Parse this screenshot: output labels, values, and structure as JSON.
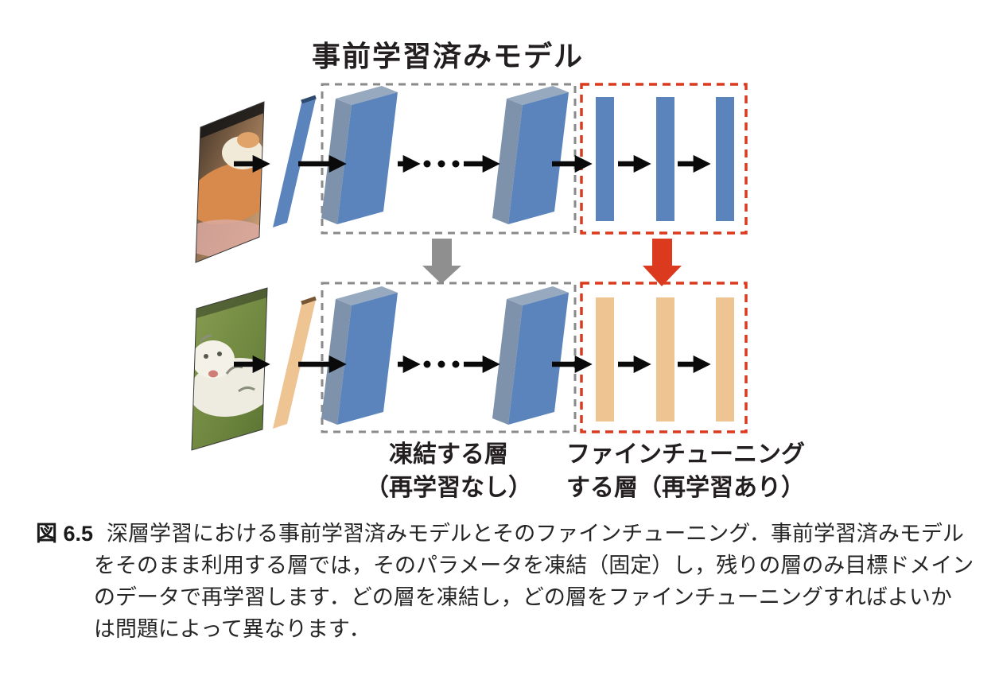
{
  "diagram": {
    "title": "事前学習済みモデル",
    "inputs": {
      "pretraining_image": "cat-photo",
      "target_image": "white-tiger-photo"
    },
    "frozen_label": {
      "line1": "凍結する層",
      "line2": "（再学習なし）"
    },
    "finetune_label": {
      "line1": "ファインチューニング",
      "line2": "する層（再学習あり）"
    },
    "colors": {
      "blue_front": "#5b84bd",
      "blue_side": "#7e92ab",
      "blue_top": "#97a9be",
      "slab_edge": "#2e4a6e",
      "tan": "#efc493",
      "tan_edge": "#775633",
      "gray_dash": "#8a8a8a",
      "red": "#dc3a1f",
      "gray_arrow": "#8f8f8f",
      "arrow": "#0a0a0a"
    }
  },
  "caption": {
    "figure_no": "図 6.5",
    "lines": [
      "深層学習における事前学習済みモデルとそのファインチューニング．事前学習済みモデル",
      "をそのまま利用する層では，そのパラメータを凍結（固定）し，残りの層のみ目標ドメイン",
      "のデータで再学習します．どの層を凍結し，どの層をファインチューニングすればよいか",
      "は問題によって異なります．"
    ]
  }
}
